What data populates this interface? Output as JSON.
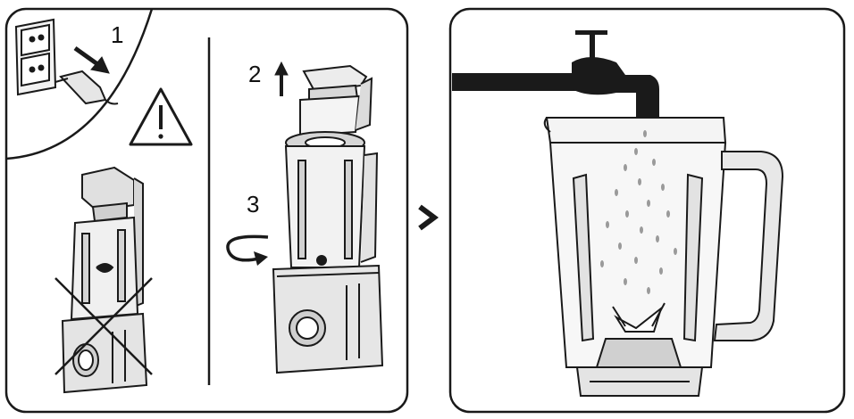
{
  "steps": {
    "unplug": "1",
    "lift_cap": "2",
    "rotate_jug": "3"
  },
  "colors": {
    "line": "#1a1a1a",
    "fill_light": "#d9d9d9",
    "fill_mid": "#b5b5b5",
    "water": "#9a9a9a"
  },
  "icons": {
    "warning": "warning-triangle-icon",
    "next": "chevron-right-icon",
    "forbidden": "cross-out-icon"
  }
}
